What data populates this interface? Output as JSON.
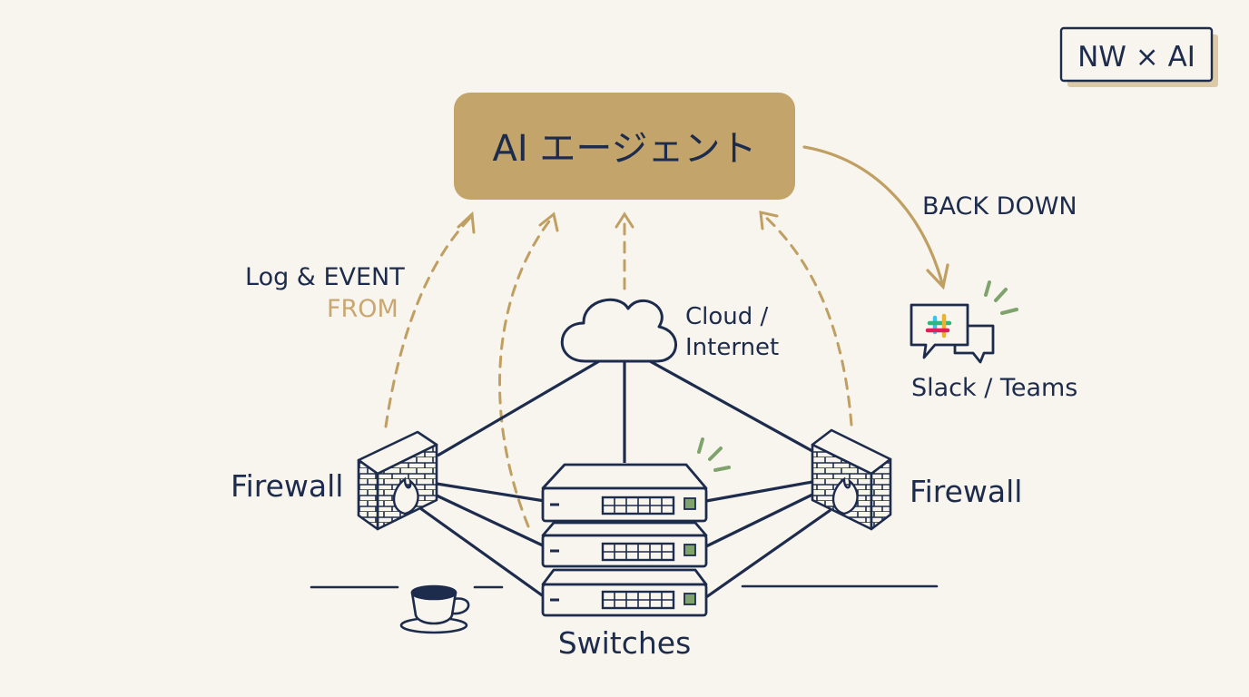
{
  "badge": {
    "text": "NW × AI"
  },
  "agent": {
    "label": "AI エージェント"
  },
  "labels": {
    "log_event": "Log & EVENT",
    "from": "FROM",
    "back_down": "BACK DOWN",
    "cloud": [
      "Cloud /",
      "Internet"
    ],
    "chat": "Slack / Teams",
    "firewall_left": "Firewall",
    "firewall_right": "Firewall",
    "switches": "Switches"
  },
  "colors": {
    "ink": "#1d2b4c",
    "accent": "#bf9f62",
    "accent_text": "#c8a870",
    "box_fill": "#c3a56c",
    "status_green": "#7fa36c",
    "background": "#f8f5ee"
  },
  "icons": [
    "cloud-icon",
    "firewall-icon",
    "switch-icon",
    "chat-bubble-icon",
    "slack-logo-icon",
    "coffee-cup-icon"
  ]
}
